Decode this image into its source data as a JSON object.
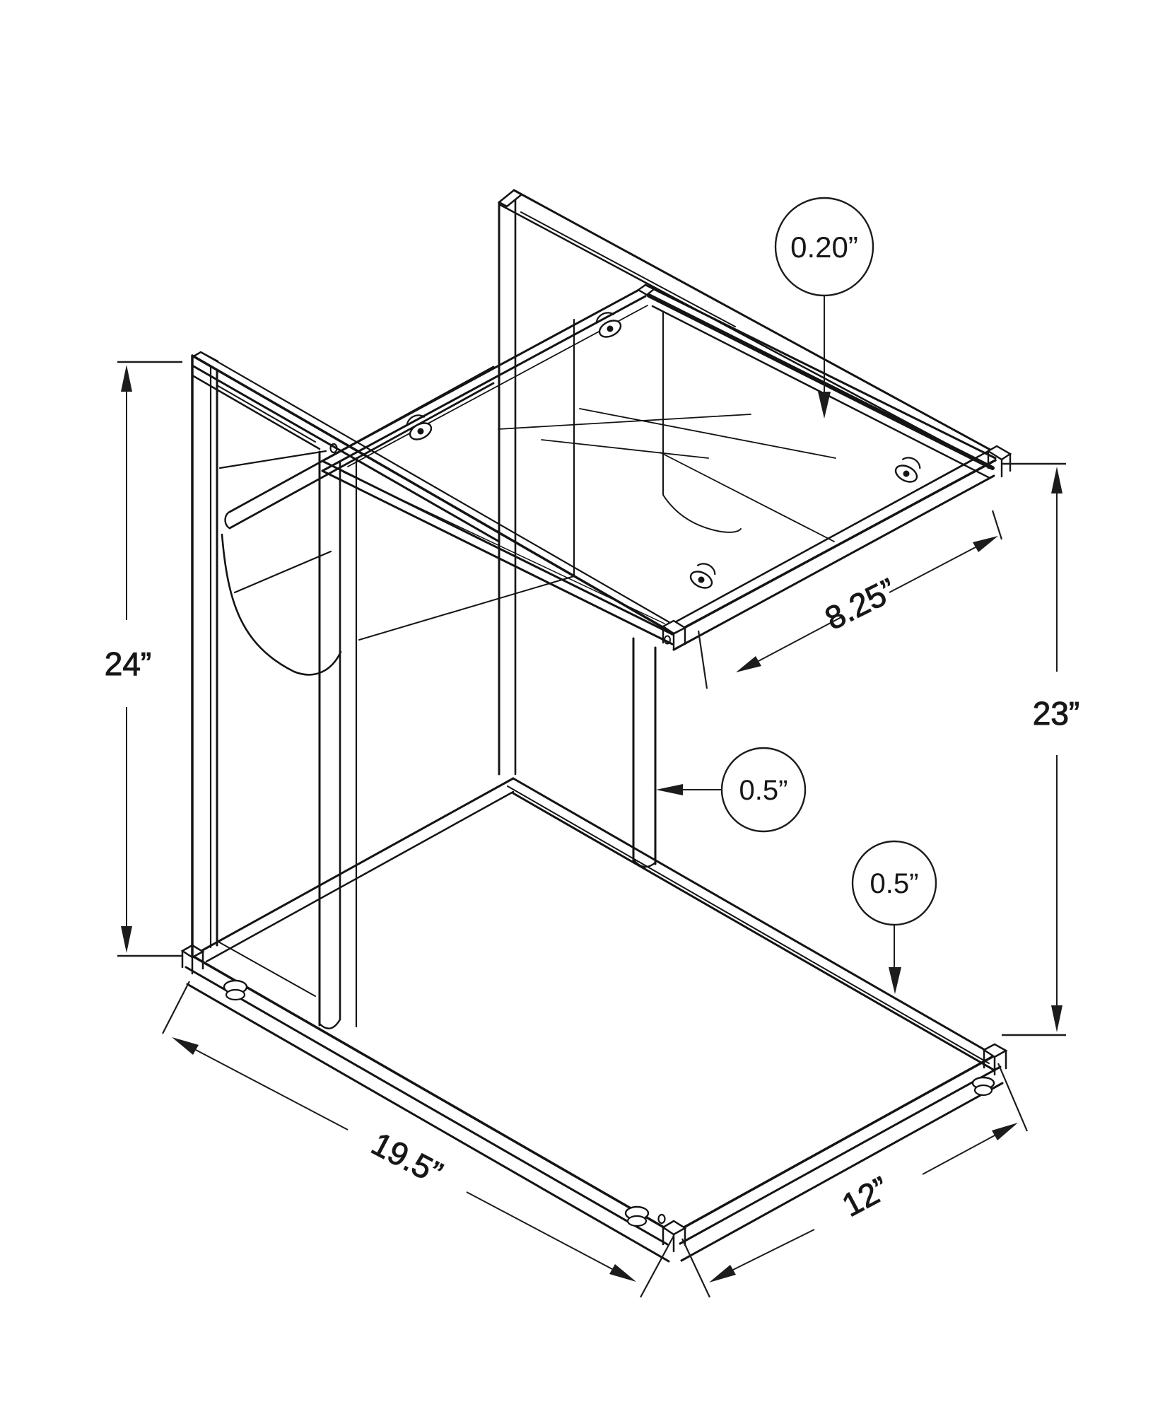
{
  "drawing": {
    "title": "accent-table-dimension-diagram",
    "line_color": "#141414",
    "background": "#ffffff",
    "dims": {
      "height_left": "24”",
      "height_right": "23”",
      "glass_thickness": "0.20”",
      "tube_leg": "0.5”",
      "tube_base": "0.5”",
      "top_side": "8.25”",
      "base_length": "19.5”",
      "base_width": "12”"
    }
  }
}
